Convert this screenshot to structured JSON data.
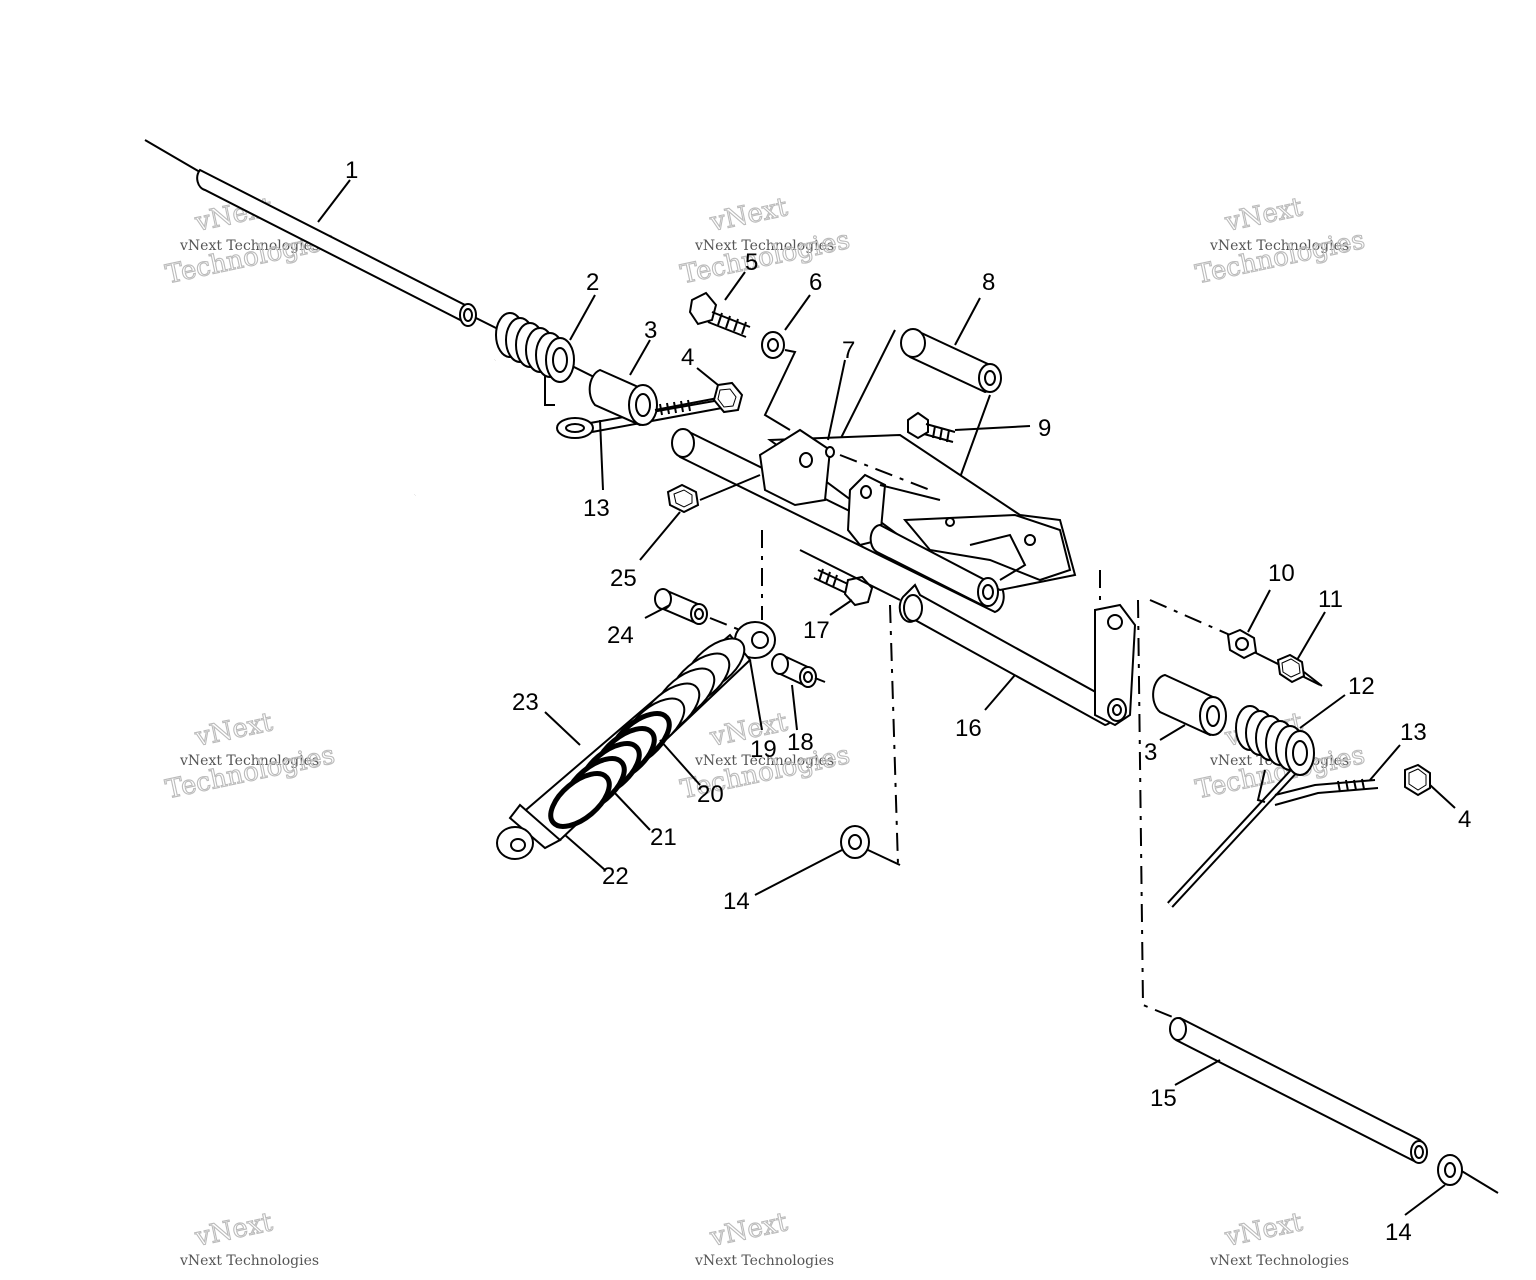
{
  "diagram": {
    "callouts": [
      "1",
      "2",
      "3",
      "4",
      "5",
      "6",
      "7",
      "8",
      "9",
      "13",
      "25",
      "24",
      "17",
      "10",
      "11",
      "12",
      "23",
      "19",
      "18",
      "20",
      "16",
      "3",
      "13",
      "4",
      "21",
      "22",
      "14",
      "15",
      "14"
    ],
    "watermark": {
      "line1": "vNext",
      "line2": "vNext Technologies",
      "line3": "Technologies"
    }
  }
}
